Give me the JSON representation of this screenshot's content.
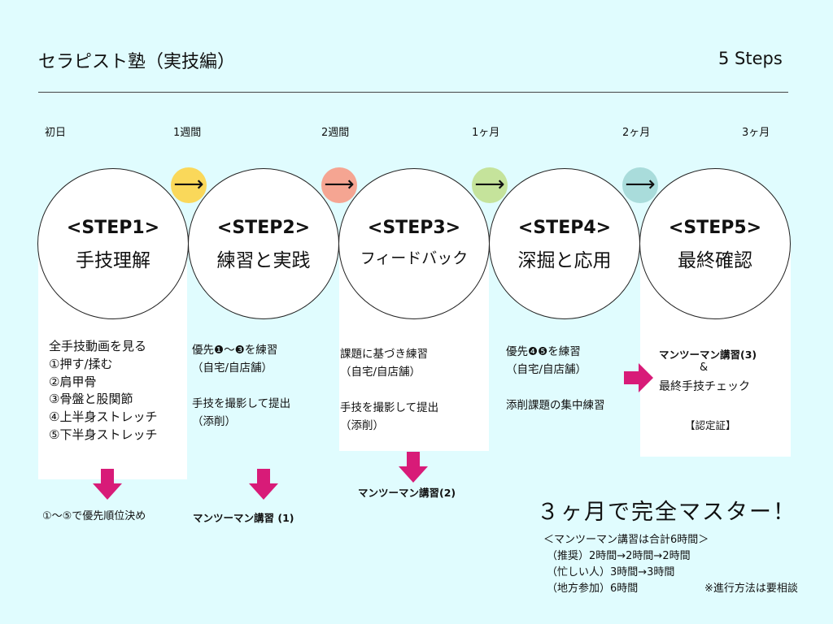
{
  "header": {
    "title": "セラピスト塾（実技編）",
    "steps": "5 Steps"
  },
  "timeline": [
    "初日",
    "1週間",
    "2週間",
    "1ヶ月",
    "2ヶ月",
    "3ヶ月"
  ],
  "arrow_glyph": "⟶",
  "arrow_colors": [
    "#fad85a",
    "#f5a592",
    "#c5e39b",
    "#a9dcdb"
  ],
  "steps": [
    {
      "label": "<STEP1>",
      "name": "手技理解",
      "details": "全手技動画を見る\n①押す/揉む\n②肩甲骨\n③骨盤と股関節\n④上半身ストレッチ\n⑤下半身ストレッチ",
      "after": "①〜⑤で優先順位決め"
    },
    {
      "label": "<STEP2>",
      "name": "練習と実践",
      "details": "優先❶〜❸を練習\n（自宅/自店舗）\n\n手技を撮影して提出\n（添削）",
      "after": "マンツーマン講習 (1)"
    },
    {
      "label": "<STEP3>",
      "name": "フィードバック",
      "details": "課題に基づき練習\n（自宅/自店舗）\n\n手技を撮影して提出\n（添削）",
      "after": "マンツーマン講習(2)"
    },
    {
      "label": "<STEP4>",
      "name": "深掘と応用",
      "details": "優先❹❺を練習\n（自宅/自店舗）\n\n添削課題の集中練習"
    },
    {
      "label": "<STEP5>",
      "name": "最終確認",
      "bold": "マンツーマン講習(3)",
      "amp": "&",
      "check": "最終手技チェック",
      "cert": "【認定証】"
    }
  ],
  "summary": {
    "headline": "３ヶ月で完全マスター！",
    "total": "＜マンツーマン講習は合計6時間＞",
    "rec": "（推奨）2時間→2時間→2時間",
    "busy": "（忙しい人）3時間→3時間",
    "remote": "（地方参加）6時間",
    "note": "※進行方法は要相談"
  }
}
